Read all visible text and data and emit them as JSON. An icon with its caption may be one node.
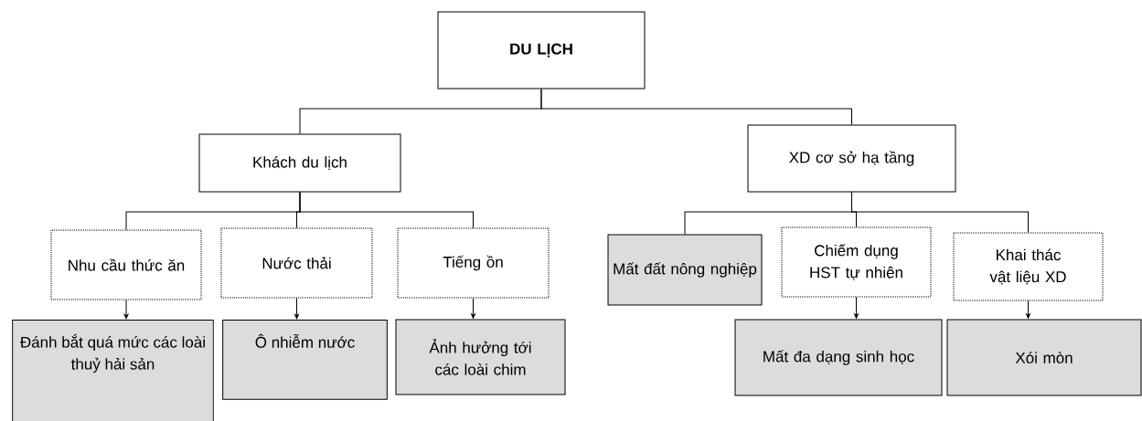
{
  "diagram": {
    "nodes": [
      {
        "text": [
          "DU LỊCH"
        ]
      },
      {
        "text": [
          "Khách du lịch"
        ]
      },
      {
        "text": [
          "XD cơ sở hạ tầng"
        ]
      },
      {
        "text": [
          "Nhu cầu thức ăn"
        ]
      },
      {
        "text": [
          "Nước thải"
        ]
      },
      {
        "text": [
          "Tiếng ồn"
        ]
      },
      {
        "text": [
          "Đánh bắt quá mức các loài thuỷ hải sản"
        ]
      },
      {
        "text": [
          "Ô nhiễm nước"
        ]
      },
      {
        "text": [
          "Ảnh hưởng tới các loài chim"
        ]
      },
      {
        "text": [
          "Mất đất nông nghiệp"
        ]
      },
      {
        "text": [
          "Chiếm dụng HST tự nhiên"
        ]
      },
      {
        "text": [
          "Khai thác vật liệu XD"
        ]
      },
      {
        "text": [
          "Mất đa dạng sinh học"
        ]
      },
      {
        "text": [
          "Xói mòn"
        ]
      }
    ],
    "edges": [
      {
        "from": 0,
        "to": 1,
        "arrow": "none"
      },
      {
        "from": 0,
        "to": 2,
        "arrow": "none"
      },
      {
        "from": 1,
        "to": 3,
        "arrow": "none"
      },
      {
        "from": 1,
        "to": 4,
        "arrow": "none"
      },
      {
        "from": 1,
        "to": 5,
        "arrow": "none"
      },
      {
        "from": 2,
        "to": 9,
        "arrow": "none"
      },
      {
        "from": 2,
        "to": 10,
        "arrow": "none"
      },
      {
        "from": 2,
        "to": 11,
        "arrow": "none"
      },
      {
        "from": 3,
        "to": 6,
        "arrow": "to"
      },
      {
        "from": 4,
        "to": 7,
        "arrow": "to"
      },
      {
        "from": 5,
        "to": 8,
        "arrow": "to"
      },
      {
        "from": 10,
        "to": 12,
        "arrow": "to"
      },
      {
        "from": 11,
        "to": 13,
        "arrow": "to"
      }
    ]
  }
}
